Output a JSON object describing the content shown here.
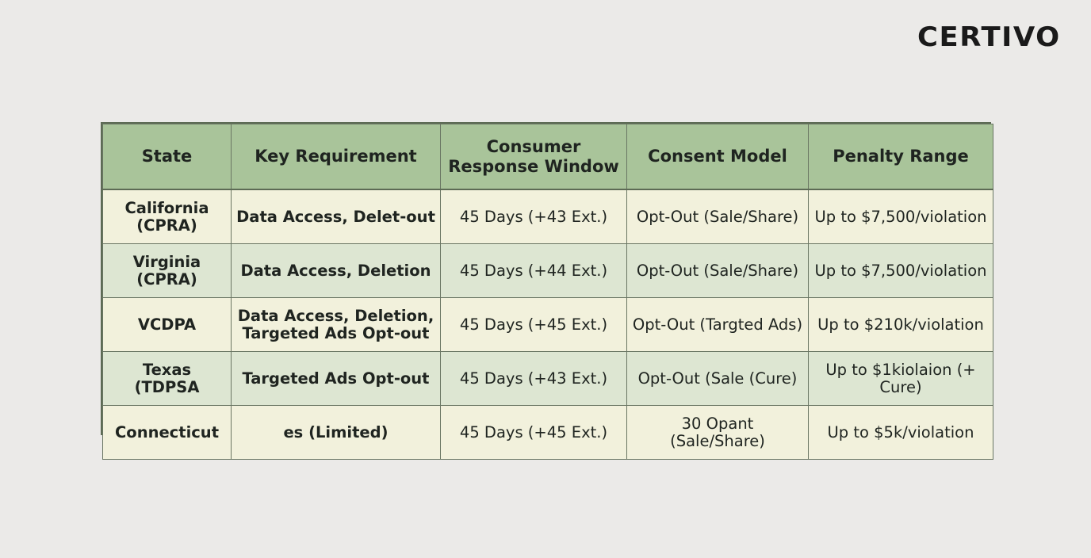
{
  "brand": {
    "name": "CERTIVO"
  },
  "colors": {
    "background": "#ebeae8",
    "header_green": "#a9c49a",
    "row_cream": "#f2f1dc",
    "row_green": "#dde6d2",
    "border": "#5d6b55",
    "text": "#1f2420"
  },
  "table": {
    "headers": [
      {
        "label": "State"
      },
      {
        "label": "Key Requirement"
      },
      {
        "label": "Consumer",
        "label_line2": "Response Window"
      },
      {
        "label": "Consent Model"
      },
      {
        "label": "Penalty Range"
      }
    ],
    "rows": [
      {
        "state": "California (CPRA)",
        "key_requirement": "Data Access, Delet-out",
        "key_requirement_line2": "",
        "response_window": "45 Days (+43 Ext.)",
        "consent_model": "Opt-Out (Sale/Share)",
        "penalty_range": "Up to $7,500/violation"
      },
      {
        "state": "Virginia (CPRA)",
        "key_requirement": "Data Access, Deletion",
        "key_requirement_line2": "",
        "response_window": "45 Days (+44 Ext.)",
        "consent_model": "Opt-Out (Sale/Share)",
        "penalty_range": "Up to $7,500/violation"
      },
      {
        "state": "VCDPA",
        "key_requirement": "Data Access, Deletion,",
        "key_requirement_line2": "Targeted Ads Opt-out",
        "response_window": "45 Days (+45 Ext.)",
        "consent_model": "Opt-Out (Targted Ads)",
        "penalty_range": "Up to $210k/violation"
      },
      {
        "state": "Texas (TDPSA",
        "key_requirement": "Targeted Ads  Opt-out",
        "key_requirement_line2": "",
        "response_window": "45 Days (+43 Ext.)",
        "consent_model": "Opt-Out (Sale (Cure)",
        "penalty_range": "Up to $1kiolaion (+ Cure)"
      },
      {
        "state": "Connecticut",
        "key_requirement": "es (Limited)",
        "key_requirement_line2": "",
        "response_window": "45 Days (+45 Ext.)",
        "consent_model": "30 Opant (Sale/Share)",
        "penalty_range": "Up to $5k/violation"
      }
    ]
  }
}
